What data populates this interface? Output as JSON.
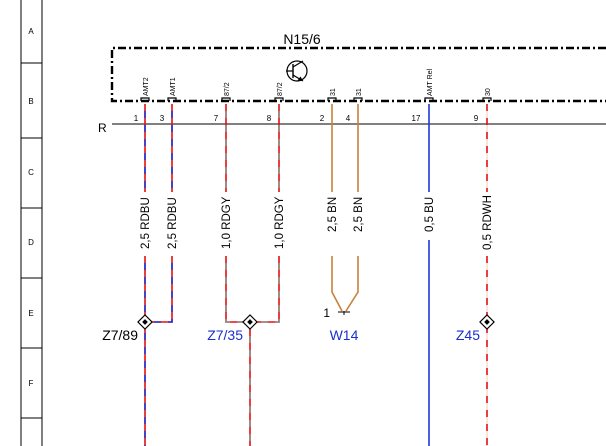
{
  "module": {
    "name": "N15/6"
  },
  "rail_label": "R",
  "row_letters": [
    "A",
    "B",
    "C",
    "D",
    "E",
    "F"
  ],
  "pins": [
    {
      "num": "1",
      "label": "AMT2"
    },
    {
      "num": "3",
      "label": "AMT1"
    },
    {
      "num": "7",
      "label": "87/2"
    },
    {
      "num": "8",
      "label": "87/2"
    },
    {
      "num": "2",
      "label": "31"
    },
    {
      "num": "4",
      "label": "31"
    },
    {
      "num": "17",
      "label": "AMT Rel"
    },
    {
      "num": "9",
      "label": "30"
    }
  ],
  "wires": [
    {
      "label": "2,5 RDBU",
      "base_color": "#e01010",
      "stripe_color": "#2038d8"
    },
    {
      "label": "2,5 RDBU",
      "base_color": "#e01010",
      "stripe_color": "#2038d8"
    },
    {
      "label": "1,0 RDGY",
      "base_color": "#e01010",
      "stripe_color": "#909090"
    },
    {
      "label": "1,0 RDGY",
      "base_color": "#e01010",
      "stripe_color": "#909090"
    },
    {
      "label": "2,5 BN",
      "base_color": "#c8823c"
    },
    {
      "label": "2,5 BN",
      "base_color": "#c8823c"
    },
    {
      "label": "0,5 BU",
      "base_color": "#2038d8"
    },
    {
      "label": "0,5 RDWH",
      "base_color": "#e01010",
      "stripe_color": "#ffffff"
    }
  ],
  "connectors": [
    {
      "id": "Z7/89",
      "color": "#000000"
    },
    {
      "id": "Z7/35",
      "color": "#1b2fd0"
    },
    {
      "id": "W14",
      "color": "#1b2fd0",
      "pin": "1"
    },
    {
      "id": "Z45",
      "color": "#1b2fd0"
    }
  ]
}
